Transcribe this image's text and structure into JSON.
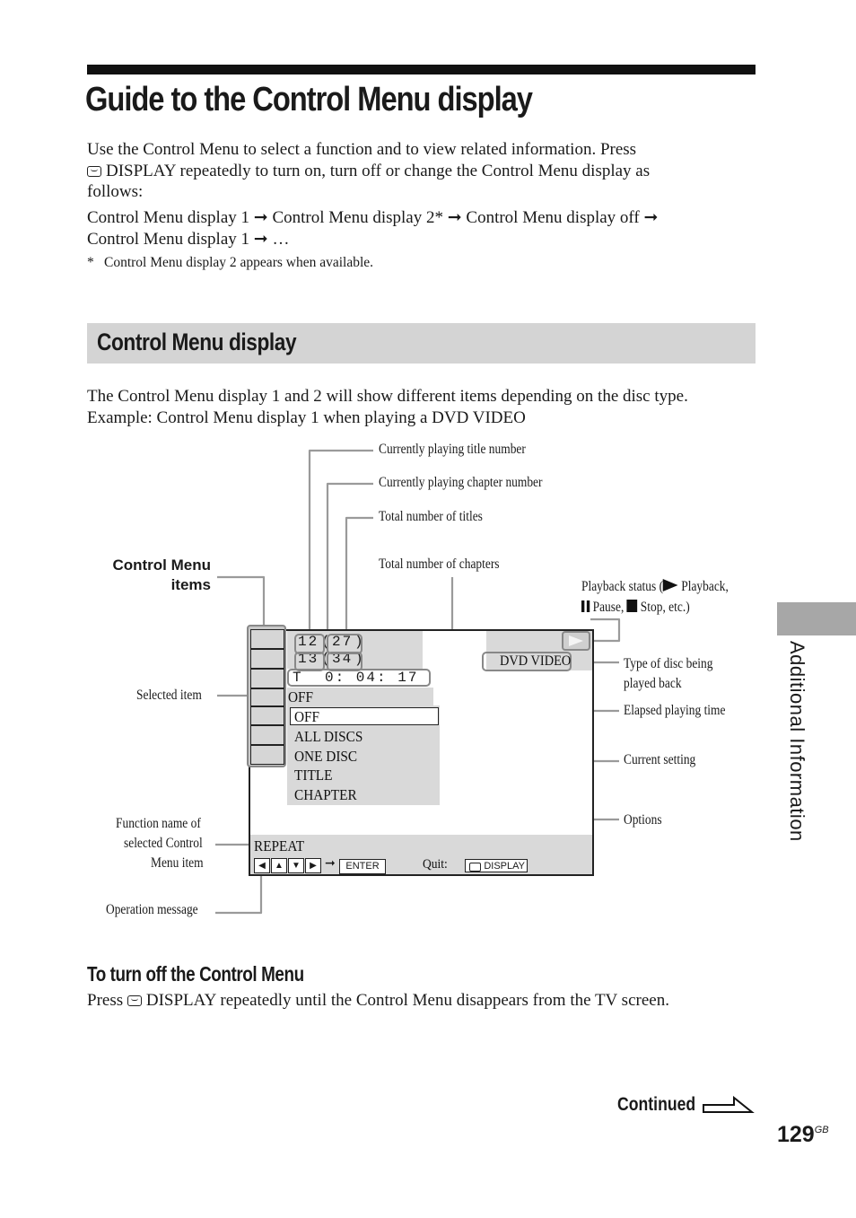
{
  "page_title": "Guide to the Control Menu display",
  "intro": {
    "line1": "Use the Control Menu to select a function and to view related information. Press",
    "line2": "DISPLAY repeatedly to turn on, turn off or change the Control Menu display as",
    "line3": "follows:",
    "seq1_a": "Control Menu display 1",
    "seq1_b": "Control Menu display 2*",
    "seq1_c": "Control Menu display off",
    "seq2_a": "Control Menu display 1",
    "seq2_end": "…",
    "arrow": "➞",
    "footnote_mark": "*",
    "footnote": "Control Menu display 2 appears when available."
  },
  "section": {
    "title": "Control Menu display",
    "line1": "The Control Menu display 1 and 2 will show different items depending on the disc type.",
    "line2": "Example: Control Menu display 1 when playing a DVD VIDEO"
  },
  "diagram": {
    "callouts": {
      "title_number": "Currently playing title number",
      "chapter_number": "Currently playing chapter number",
      "total_titles": "Total number of titles",
      "total_chapters": "Total number of chapters",
      "playback_status_1": "Playback status (",
      "playback_status_1b": " Playback,",
      "playback_status_2": " Pause,",
      "playback_status_2b": " Stop, etc.)",
      "disc_type_1": "Type of disc being",
      "disc_type_2": "played back",
      "elapsed_time": "Elapsed playing time",
      "current_setting": "Current setting",
      "options": "Options",
      "items_1": "Control Menu",
      "items_2": "items",
      "selected_item": "Selected item",
      "function_name_1": "Function name of",
      "function_name_2": "selected Control",
      "function_name_3": "Menu item",
      "operation_message": "Operation message"
    },
    "screen": {
      "title_no": "12",
      "title_total": "27",
      "chapter_no": "13",
      "chapter_total": "34",
      "time_prefix": "T",
      "time": "0: 04: 17",
      "disc_type": "DVD VIDEO",
      "current_setting": "OFF",
      "options": [
        "OFF",
        "ALL DISCS",
        "ONE DISC",
        "TITLE",
        "CHAPTER"
      ],
      "function_name": "REPEAT",
      "enter_label": "ENTER",
      "quit_label": "Quit:",
      "display_label": "DISPLAY"
    }
  },
  "subsection": {
    "title": "To turn off the Control Menu",
    "text_a": "Press",
    "text_b": "DISPLAY repeatedly until the Control Menu disappears from the TV screen."
  },
  "side_tab": "Additional Information",
  "continued": "Continued",
  "page_number": "129",
  "page_suffix": "GB"
}
